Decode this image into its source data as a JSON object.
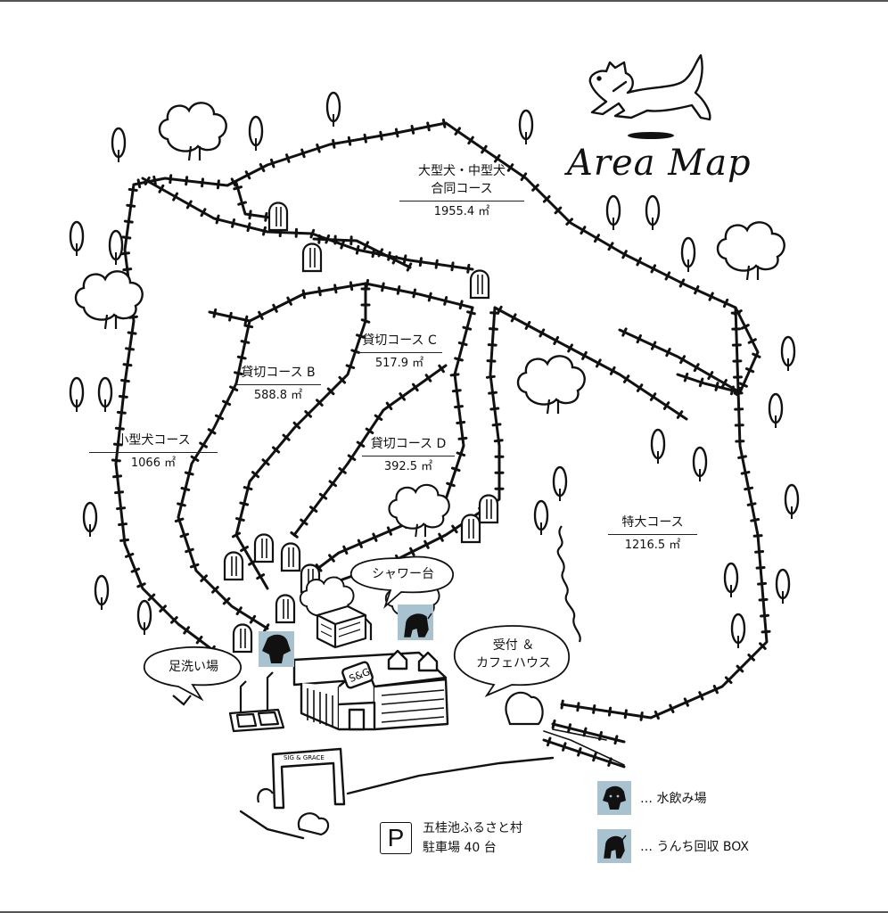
{
  "title": "Area Map",
  "courses": [
    {
      "id": "large-medium",
      "name_l1": "大型犬・中型犬",
      "name_l2": "合同コース",
      "distance": "1955.4 ㎡"
    },
    {
      "id": "private-c",
      "name_l1": "貸切コース C",
      "distance": "517.9 ㎡"
    },
    {
      "id": "private-b",
      "name_l1": "貸切コース B",
      "distance": "588.8 ㎡"
    },
    {
      "id": "small",
      "name_l1": "小型犬コース",
      "distance": "1066 ㎡"
    },
    {
      "id": "private-d",
      "name_l1": "貸切コース D",
      "distance": "392.5 ㎡"
    },
    {
      "id": "extra-large",
      "name_l1": "特大コース",
      "distance": "1216.5 ㎡"
    }
  ],
  "bubbles": {
    "shower": "シャワー台",
    "reception_l1": "受付 ＆",
    "reception_l2": "カフェハウス",
    "footwash": "足洗い場"
  },
  "building_sign": "S&G",
  "gate_sign": "SIG & GRACE",
  "parking": {
    "symbol": "P",
    "line1": "五桂池ふるさと村",
    "line2": "駐車場 40 台"
  },
  "legend": [
    {
      "icon": "dog-face-icon",
      "label": "… 水飲み場"
    },
    {
      "icon": "dog-poop-icon",
      "label": "… うんち回収 BOX"
    }
  ],
  "colors": {
    "icon_box": "#a9c2cf",
    "ink": "#111111"
  }
}
